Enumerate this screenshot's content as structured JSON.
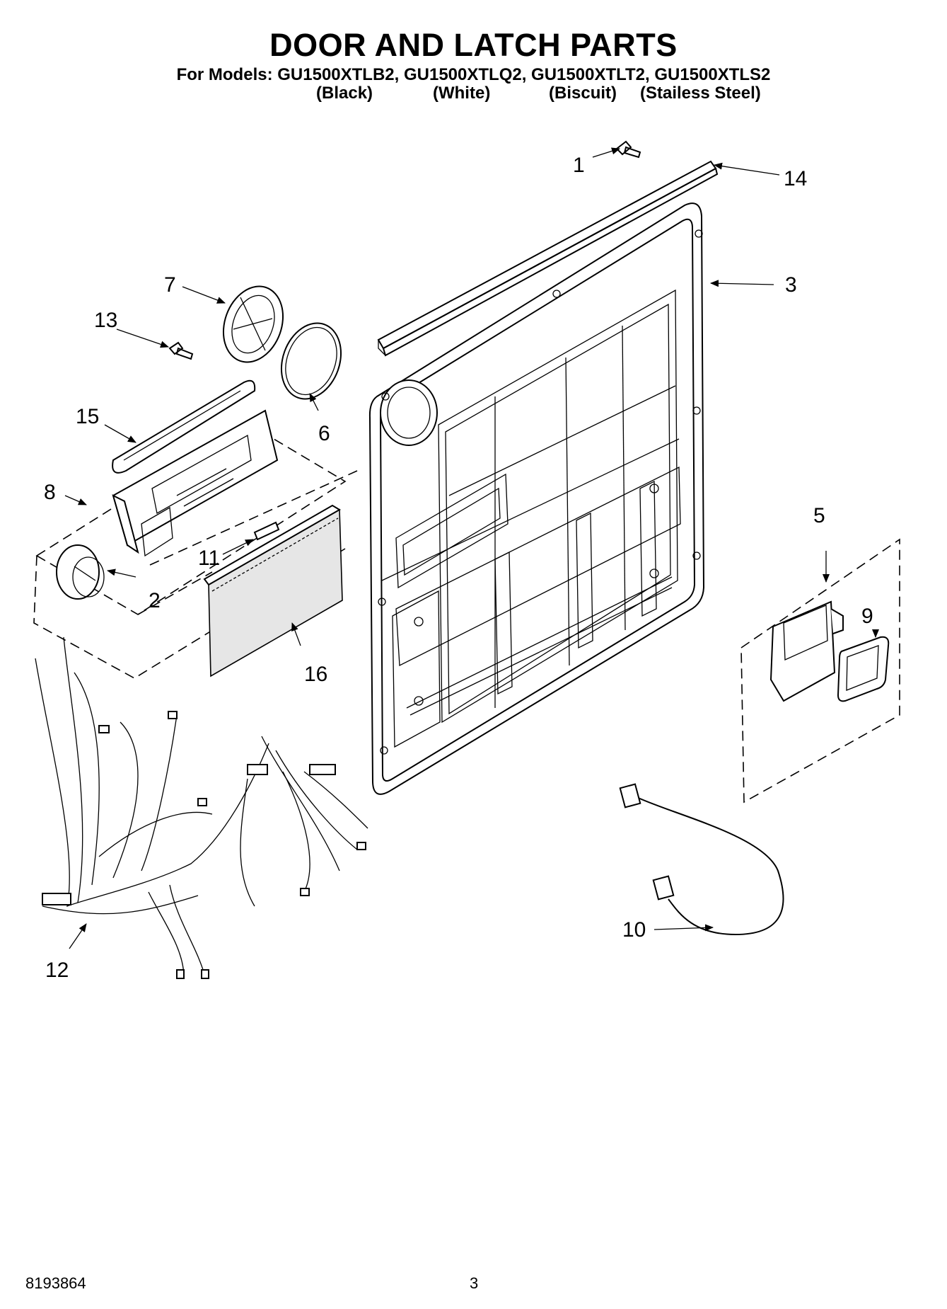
{
  "header": {
    "title": "DOOR AND LATCH PARTS",
    "models": "For Models: GU1500XTLB2, GU1500XTLQ2, GU1500XTLT2, GU1500XTLS2",
    "colors": [
      "(Black)",
      "(White)",
      "(Biscuit)",
      "(Stailess Steel)"
    ]
  },
  "callouts": [
    "1",
    "2",
    "3",
    "5",
    "6",
    "7",
    "8",
    "9",
    "10",
    "11",
    "12",
    "13",
    "14",
    "15",
    "16"
  ],
  "footer": {
    "doc_number": "8193864",
    "page_number": "3"
  }
}
